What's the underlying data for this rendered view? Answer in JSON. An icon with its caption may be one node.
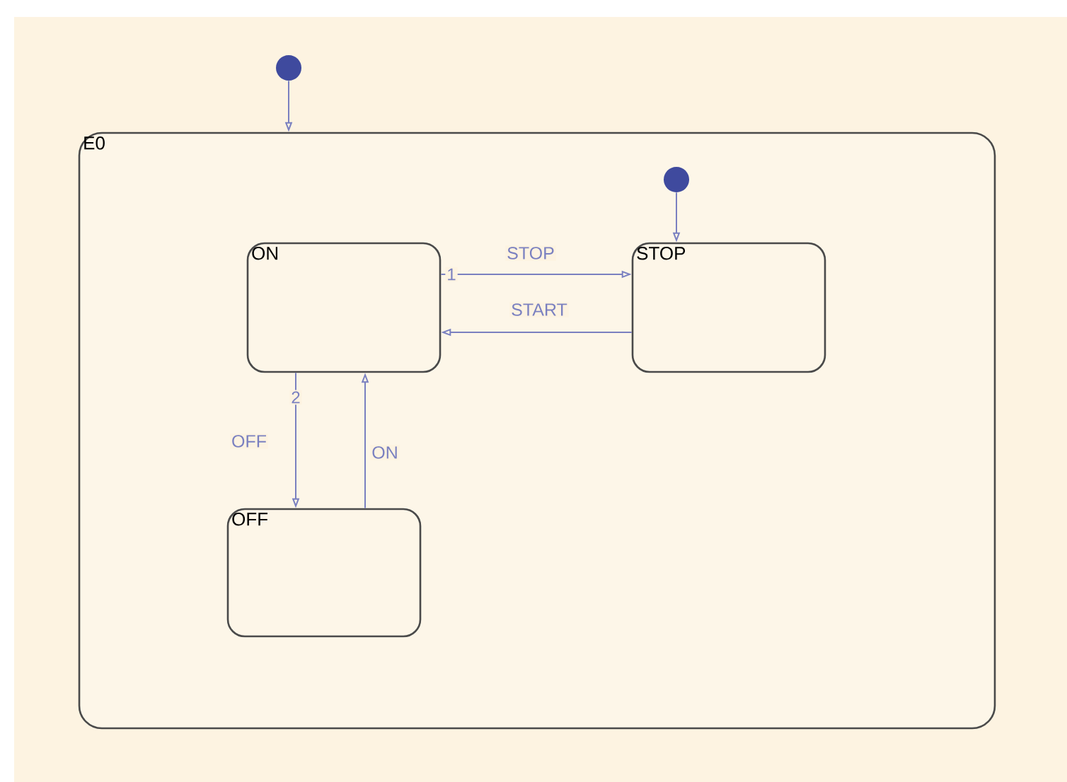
{
  "diagram": {
    "nodes": [
      {
        "text": [],
        "shape": "circle"
      },
      {
        "text": [
          "E0"
        ]
      },
      {
        "text": [],
        "shape": "circle",
        "in": 1
      },
      {
        "text": [
          "ON"
        ],
        "in": 1
      },
      {
        "text": [
          "STOP"
        ],
        "in": 1
      },
      {
        "text": [
          "OFF"
        ],
        "in": 1
      }
    ],
    "edges": [
      {
        "from": 0,
        "to": 1,
        "arrow": "to"
      },
      {
        "from": 2,
        "to": 4,
        "arrow": "to"
      },
      {
        "from": 3,
        "to": 4,
        "arrow": "to",
        "label": "STOP"
      },
      {
        "from": 4,
        "to": 3,
        "arrow": "to",
        "label": "START"
      },
      {
        "from": 3,
        "to": 5,
        "arrow": "to",
        "label": "OFF"
      },
      {
        "from": 5,
        "to": 3,
        "arrow": "to",
        "label": "ON"
      }
    ],
    "labels": [
      "1",
      "2"
    ]
  }
}
